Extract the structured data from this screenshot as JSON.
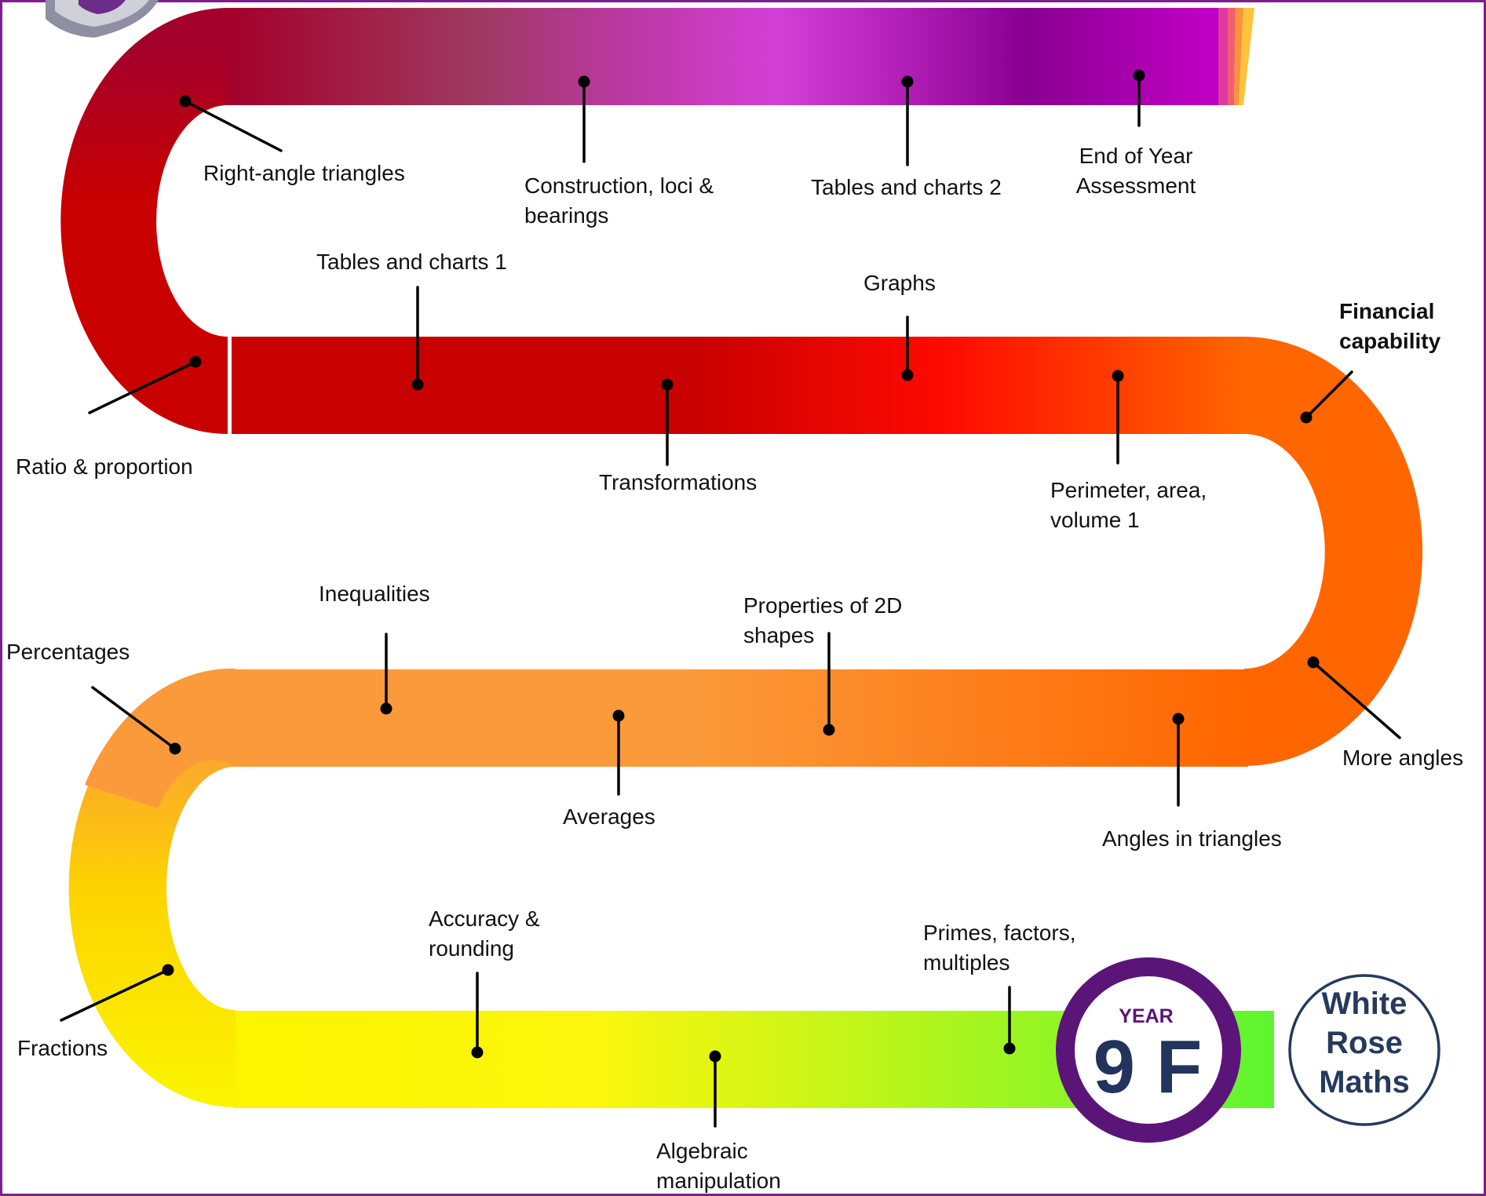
{
  "colors": {
    "frame": "#7b1f8c",
    "crimson": "#a3002b",
    "red": "#c80000",
    "bright_red": "#ff0a00",
    "orange": "#ff6600",
    "light_orange": "#fb9a3a",
    "yellow": "#fdd400",
    "bright_yellow": "#fbf500",
    "green": "#5df530",
    "magenta": "#c400c8",
    "badge_purple": "#5b1478",
    "badge_navy": "#22335c",
    "wrm_navy": "#253a5c"
  },
  "badge": {
    "year_label": "YEAR",
    "code": "9 F"
  },
  "logo": {
    "lines": [
      "White",
      "Rose",
      "Maths"
    ]
  },
  "topics": [
    {
      "id": "primes-factors-multiples",
      "lines": [
        "Primes, factors,",
        "multiples"
      ]
    },
    {
      "id": "algebraic-manipulation",
      "lines": [
        "Algebraic",
        "manipulation"
      ]
    },
    {
      "id": "accuracy-rounding",
      "lines": [
        "Accuracy &",
        "rounding"
      ]
    },
    {
      "id": "fractions",
      "lines": [
        "Fractions"
      ]
    },
    {
      "id": "percentages",
      "lines": [
        "Percentages"
      ]
    },
    {
      "id": "inequalities",
      "lines": [
        "Inequalities"
      ]
    },
    {
      "id": "averages",
      "lines": [
        "Averages"
      ]
    },
    {
      "id": "properties-2d-shapes",
      "lines": [
        "Properties of 2D",
        "shapes"
      ]
    },
    {
      "id": "angles-in-triangles",
      "lines": [
        "Angles in triangles"
      ]
    },
    {
      "id": "more-angles",
      "lines": [
        "More angles"
      ]
    },
    {
      "id": "financial-capability",
      "lines": [
        "Financial",
        "capability"
      ],
      "bold": true
    },
    {
      "id": "perimeter-area-volume-1",
      "lines": [
        "Perimeter, area,",
        "volume 1"
      ]
    },
    {
      "id": "graphs",
      "lines": [
        "Graphs"
      ]
    },
    {
      "id": "transformations",
      "lines": [
        "Transformations"
      ]
    },
    {
      "id": "tables-and-charts-1",
      "lines": [
        "Tables and charts 1"
      ]
    },
    {
      "id": "ratio-proportion",
      "lines": [
        "Ratio & proportion"
      ]
    },
    {
      "id": "right-angle-triangles",
      "lines": [
        "Right-angle triangles"
      ]
    },
    {
      "id": "construction-loci-bearings",
      "lines": [
        "Construction, loci &",
        "bearings"
      ]
    },
    {
      "id": "tables-and-charts-2",
      "lines": [
        "Tables and charts 2"
      ]
    },
    {
      "id": "end-of-year-assessment",
      "lines": [
        "End of Year",
        "Assessment"
      ]
    }
  ]
}
